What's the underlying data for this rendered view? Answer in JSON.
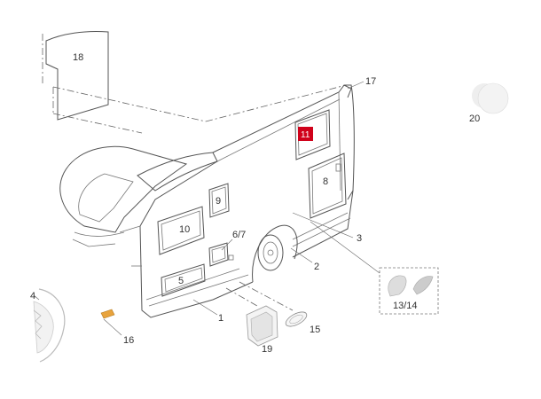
{
  "parts": {
    "p1": "1",
    "p2": "2",
    "p3": "3",
    "p4": "4",
    "p5": "5",
    "p67": "6/7",
    "p8": "8",
    "p9": "9",
    "p10": "10",
    "p11": "11",
    "p1314": "13/14",
    "p15": "15",
    "p16": "16",
    "p17": "17",
    "p18": "18",
    "p19": "19",
    "p20": "20"
  },
  "colors": {
    "highlight": "#d0021b",
    "lamp": "#e8a33c",
    "line": "#555555"
  }
}
